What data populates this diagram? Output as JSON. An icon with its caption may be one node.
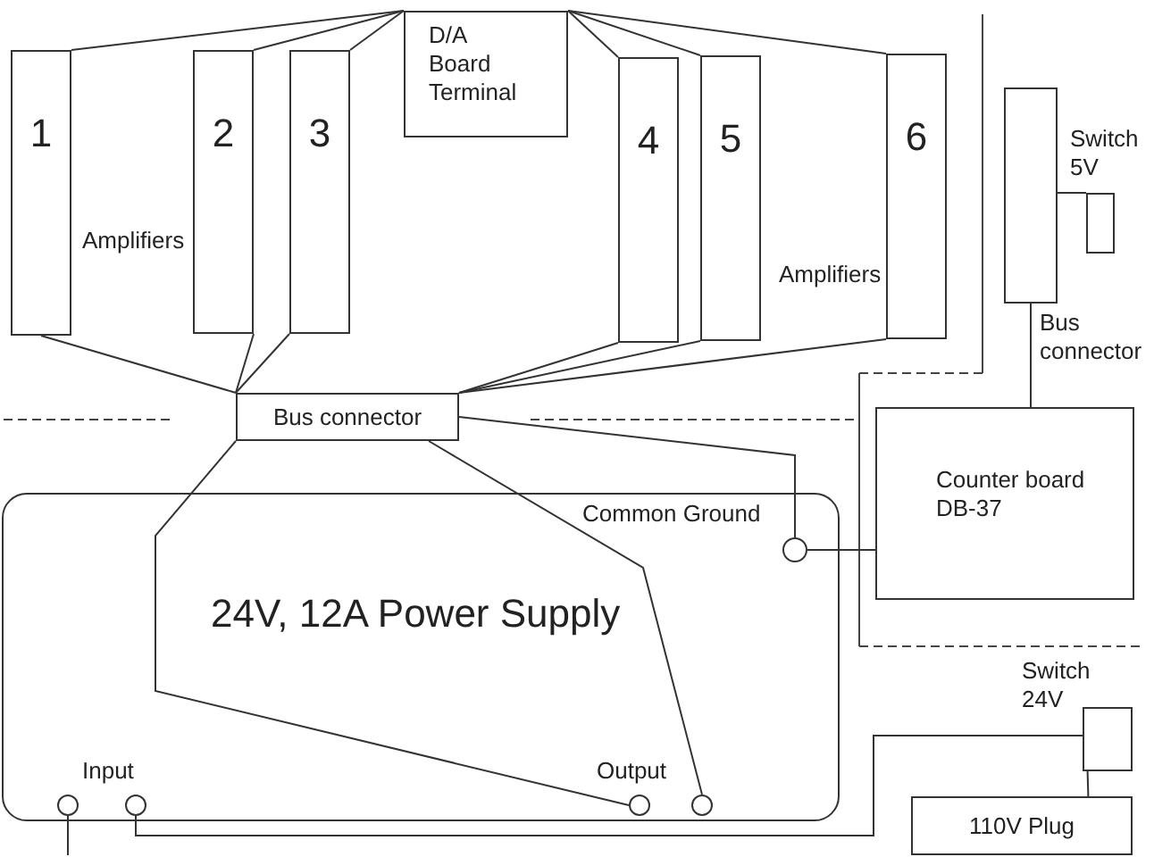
{
  "diagram": {
    "nodes": [
      {
        "text": [
          "1"
        ]
      },
      {
        "text": [
          "2"
        ]
      },
      {
        "text": [
          "3"
        ]
      },
      {
        "text": [
          "D/A Board Terminal"
        ]
      },
      {
        "text": [
          "4"
        ]
      },
      {
        "text": [
          "5"
        ]
      },
      {
        "text": [
          "6"
        ]
      },
      {
        "text": [],
        "shape": "box",
        "beside": [
          "Bus connector"
        ]
      },
      {
        "text": [],
        "shape": "box",
        "beside": [
          "Switch 5V"
        ]
      },
      {
        "text": [
          "Bus connector"
        ]
      },
      {
        "text": [
          "Counter board DB-37"
        ]
      },
      {
        "text": [
          "24V, 12A Power Supply"
        ]
      },
      {
        "text": [],
        "shape": "circle",
        "beside": [
          "Common Ground"
        ],
        "in": 11
      },
      {
        "text": [],
        "shape": "circle",
        "in": 11
      },
      {
        "text": [],
        "shape": "circle",
        "in": 11
      },
      {
        "text": [],
        "shape": "circle",
        "in": 11
      },
      {
        "text": [],
        "shape": "circle",
        "in": 11
      },
      {
        "text": [],
        "shape": "box",
        "beside": [
          "Switch 24V"
        ]
      },
      {
        "text": [
          "110V Plug"
        ]
      }
    ],
    "edges": [
      {
        "from": 0,
        "to": 3,
        "arrow": "none"
      },
      {
        "from": 1,
        "to": 3,
        "arrow": "none"
      },
      {
        "from": 2,
        "to": 3,
        "arrow": "none"
      },
      {
        "from": 3,
        "to": 4,
        "arrow": "none"
      },
      {
        "from": 3,
        "to": 5,
        "arrow": "none"
      },
      {
        "from": 3,
        "to": 6,
        "arrow": "none"
      },
      {
        "from": 0,
        "to": 9,
        "arrow": "none"
      },
      {
        "from": 1,
        "to": 9,
        "arrow": "none"
      },
      {
        "from": 2,
        "to": 9,
        "arrow": "none"
      },
      {
        "from": 4,
        "to": 9,
        "arrow": "none"
      },
      {
        "from": 5,
        "to": 9,
        "arrow": "none"
      },
      {
        "from": 6,
        "to": 9,
        "arrow": "none"
      },
      {
        "from": 7,
        "to": 8,
        "arrow": "none"
      },
      {
        "from": 7,
        "to": 10,
        "arrow": "none"
      },
      {
        "from": 9,
        "to": 15,
        "arrow": "none"
      },
      {
        "from": 9,
        "to": 16,
        "arrow": "none"
      },
      {
        "from": 9,
        "to": 12,
        "arrow": "none"
      },
      {
        "from": 12,
        "to": 10,
        "arrow": "none"
      },
      {
        "from": 14,
        "to": 17,
        "arrow": "none"
      },
      {
        "from": 17,
        "to": 18,
        "arrow": "none"
      },
      {
        "from": 13,
        "to": null,
        "arrow": "none"
      }
    ],
    "labels": [
      "Amplifiers",
      "Amplifiers",
      "Input",
      "Output"
    ]
  }
}
